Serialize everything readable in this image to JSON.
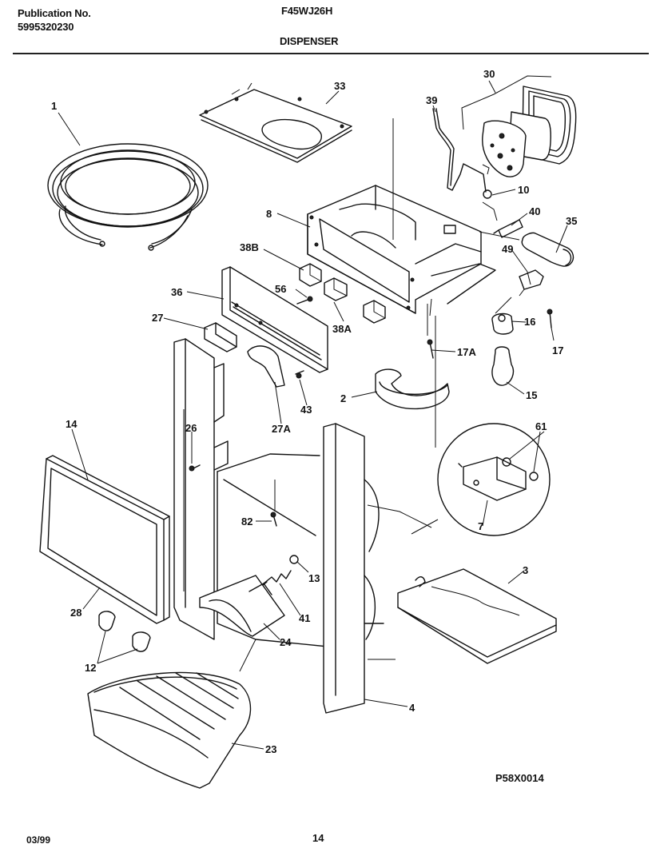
{
  "header": {
    "publication_label": "Publication No.",
    "publication_number": "5995320230",
    "model": "F45WJ26H",
    "section": "DISPENSER"
  },
  "footer": {
    "date": "03/99",
    "page": "14",
    "diagram_code": "P58X0014"
  },
  "callouts": {
    "c1": "1",
    "c33": "33",
    "c30": "30",
    "c39": "39",
    "c10": "10",
    "c8": "8",
    "c40": "40",
    "c35": "35",
    "c38b": "38B",
    "c49": "49",
    "c56": "56",
    "c36": "36",
    "c27": "27",
    "c38a": "38A",
    "c16": "16",
    "c17a": "17A",
    "c17": "17",
    "c2": "2",
    "c43": "43",
    "c15": "15",
    "c14": "14",
    "c26": "26",
    "c27a": "27A",
    "c61": "61",
    "c82": "82",
    "c7": "7",
    "c13": "13",
    "c3": "3",
    "c28": "28",
    "c41": "41",
    "c24": "24",
    "c12": "12",
    "c4": "4",
    "c23": "23"
  }
}
